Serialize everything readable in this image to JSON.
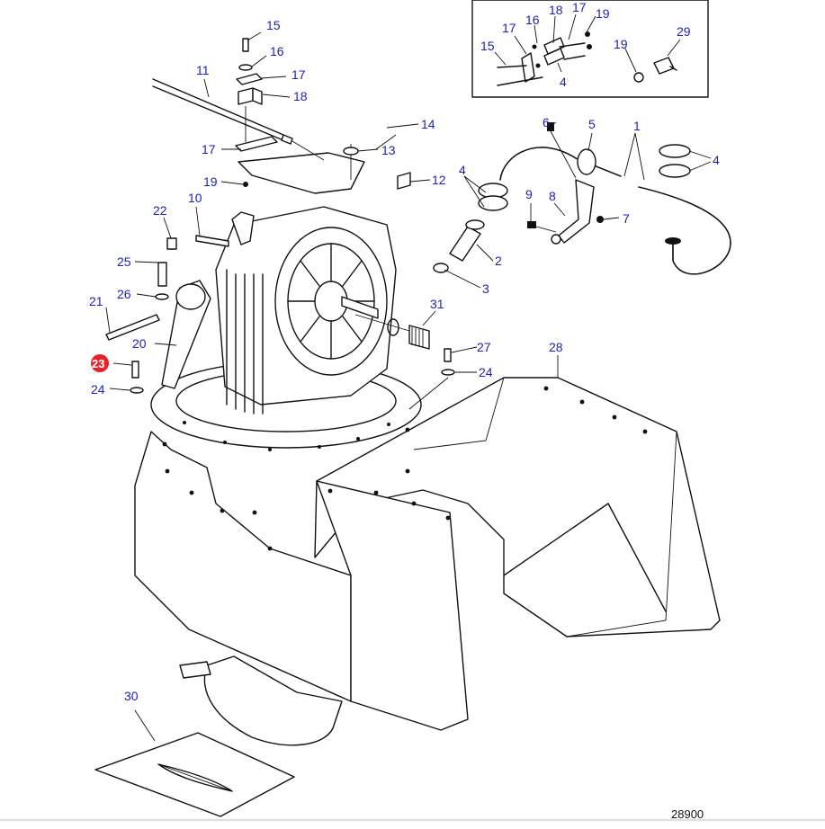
{
  "figure_number": "28900",
  "highlight": {
    "label": "23",
    "color": "#e8222a"
  },
  "callout_color": "#1f1fb4",
  "inset": {
    "labels": [
      "15",
      "16",
      "17",
      "18",
      "17",
      "19",
      "4",
      "19",
      "29"
    ]
  },
  "callouts": {
    "c1": "1",
    "c2": "2",
    "c3": "3",
    "c4a": "4",
    "c4b": "4",
    "c5": "5",
    "c6": "6",
    "c7": "7",
    "c8": "8",
    "c9": "9",
    "c10": "10",
    "c11": "11",
    "c12": "12",
    "c13": "13",
    "c14": "14",
    "c15": "15",
    "c16": "16",
    "c17a": "17",
    "c17b": "17",
    "c18": "18",
    "c19": "19",
    "c20": "20",
    "c21": "21",
    "c22": "22",
    "c24a": "24",
    "c24b": "24",
    "c25": "25",
    "c26": "26",
    "c27": "27",
    "c28": "28",
    "c30": "30",
    "c31": "31"
  }
}
